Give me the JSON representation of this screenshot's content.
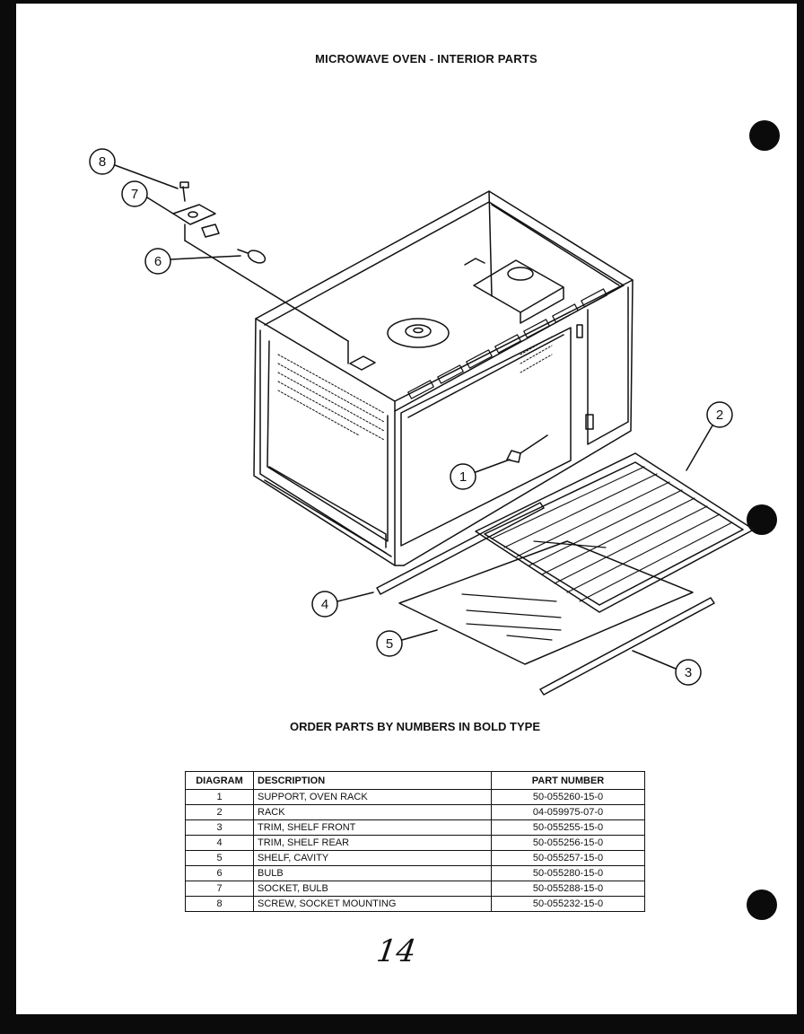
{
  "title": "MICROWAVE OVEN - INTERIOR PARTS",
  "order_note": "ORDER PARTS BY NUMBERS IN BOLD TYPE",
  "callouts": [
    "1",
    "2",
    "3",
    "4",
    "5",
    "6",
    "7",
    "8"
  ],
  "table": {
    "headers": [
      "DIAGRAM",
      "DESCRIPTION",
      "PART NUMBER"
    ],
    "rows": [
      {
        "diagram": "1",
        "description": "SUPPORT, OVEN RACK",
        "part_number": "50-055260-15-0"
      },
      {
        "diagram": "2",
        "description": "RACK",
        "part_number": "04-059975-07-0"
      },
      {
        "diagram": "3",
        "description": "TRIM, SHELF FRONT",
        "part_number": "50-055255-15-0"
      },
      {
        "diagram": "4",
        "description": "TRIM, SHELF REAR",
        "part_number": "50-055256-15-0"
      },
      {
        "diagram": "5",
        "description": "SHELF, CAVITY",
        "part_number": "50-055257-15-0"
      },
      {
        "diagram": "6",
        "description": "BULB",
        "part_number": "50-055280-15-0"
      },
      {
        "diagram": "7",
        "description": "SOCKET, BULB",
        "part_number": "50-055288-15-0"
      },
      {
        "diagram": "8",
        "description": "SCREW, SOCKET MOUNTING",
        "part_number": "50-055232-15-0"
      }
    ]
  },
  "page_number": "14"
}
